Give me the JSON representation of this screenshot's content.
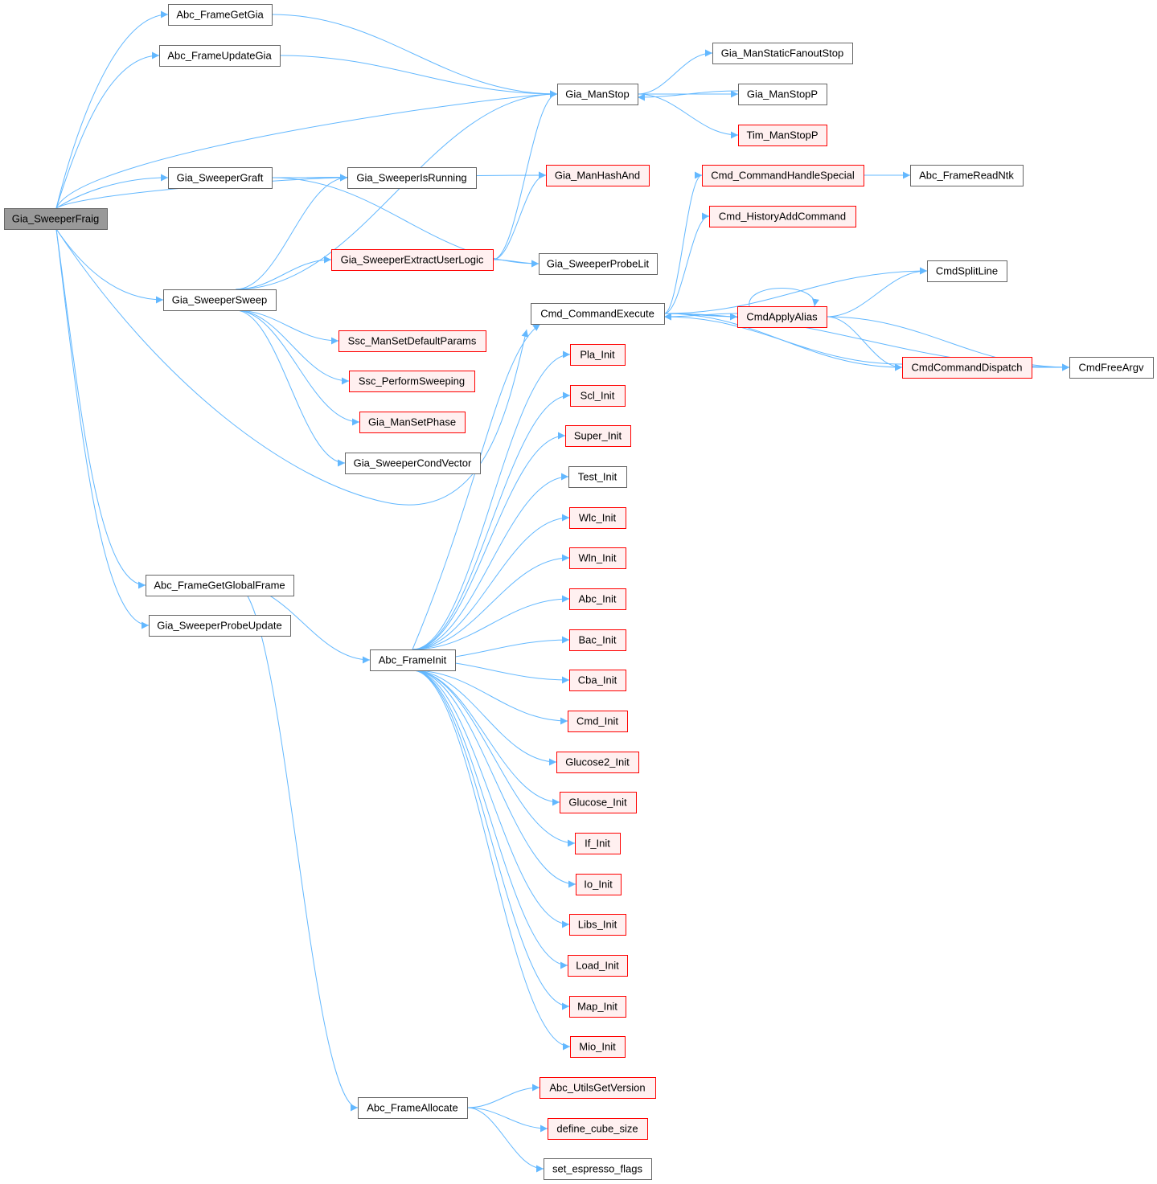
{
  "title": "Call graph of Gia_SweeperFraig",
  "colors": {
    "edge": "#63b8ff",
    "root_fill": "#999999",
    "normal_border": "#666666",
    "truncated_border": "#ff0000",
    "truncated_fill": "#fff0f0"
  },
  "nodes": [
    {
      "id": "fraig",
      "label": "Gia_SweeperFraig",
      "kind": "root"
    },
    {
      "id": "getgia",
      "label": "Abc_FrameGetGia",
      "kind": "normal"
    },
    {
      "id": "updgia",
      "label": "Abc_FrameUpdateGia",
      "kind": "normal"
    },
    {
      "id": "manstop",
      "label": "Gia_ManStop",
      "kind": "normal"
    },
    {
      "id": "fanoutstop",
      "label": "Gia_ManStaticFanoutStop",
      "kind": "normal"
    },
    {
      "id": "manstopp",
      "label": "Gia_ManStopP",
      "kind": "normal"
    },
    {
      "id": "timstopp",
      "label": "Tim_ManStopP",
      "kind": "truncated"
    },
    {
      "id": "graft",
      "label": "Gia_SweeperGraft",
      "kind": "normal"
    },
    {
      "id": "isrunning",
      "label": "Gia_SweeperIsRunning",
      "kind": "normal"
    },
    {
      "id": "hashand",
      "label": "Gia_ManHashAnd",
      "kind": "truncated"
    },
    {
      "id": "handlespecial",
      "label": "Cmd_CommandHandleSpecial",
      "kind": "truncated"
    },
    {
      "id": "readntk",
      "label": "Abc_FrameReadNtk",
      "kind": "normal"
    },
    {
      "id": "historyadd",
      "label": "Cmd_HistoryAddCommand",
      "kind": "truncated"
    },
    {
      "id": "extract",
      "label": "Gia_SweeperExtractUserLogic",
      "kind": "truncated"
    },
    {
      "id": "probelit",
      "label": "Gia_SweeperProbeLit",
      "kind": "normal"
    },
    {
      "id": "splitline",
      "label": "CmdSplitLine",
      "kind": "normal"
    },
    {
      "id": "sweep",
      "label": "Gia_SweeperSweep",
      "kind": "normal"
    },
    {
      "id": "cmdexec",
      "label": "Cmd_CommandExecute",
      "kind": "normal"
    },
    {
      "id": "applyalias",
      "label": "CmdApplyAlias",
      "kind": "truncated"
    },
    {
      "id": "sscdefault",
      "label": "Ssc_ManSetDefaultParams",
      "kind": "truncated"
    },
    {
      "id": "dispatch",
      "label": "CmdCommandDispatch",
      "kind": "truncated"
    },
    {
      "id": "freeargv",
      "label": "CmdFreeArgv",
      "kind": "normal"
    },
    {
      "id": "sscperform",
      "label": "Ssc_PerformSweeping",
      "kind": "truncated"
    },
    {
      "id": "pla",
      "label": "Pla_Init",
      "kind": "truncated"
    },
    {
      "id": "scl",
      "label": "Scl_Init",
      "kind": "truncated"
    },
    {
      "id": "super",
      "label": "Super_Init",
      "kind": "truncated"
    },
    {
      "id": "test",
      "label": "Test_Init",
      "kind": "normal"
    },
    {
      "id": "setphase",
      "label": "Gia_ManSetPhase",
      "kind": "truncated"
    },
    {
      "id": "condvector",
      "label": "Gia_SweeperCondVector",
      "kind": "normal"
    },
    {
      "id": "wlc",
      "label": "Wlc_Init",
      "kind": "truncated"
    },
    {
      "id": "wln",
      "label": "Wln_Init",
      "kind": "truncated"
    },
    {
      "id": "abcinit",
      "label": "Abc_Init",
      "kind": "truncated"
    },
    {
      "id": "bac",
      "label": "Bac_Init",
      "kind": "truncated"
    },
    {
      "id": "cba",
      "label": "Cba_Init",
      "kind": "truncated"
    },
    {
      "id": "cmdinit",
      "label": "Cmd_Init",
      "kind": "truncated"
    },
    {
      "id": "glucose2",
      "label": "Glucose2_Init",
      "kind": "truncated"
    },
    {
      "id": "glucose",
      "label": "Glucose_Init",
      "kind": "truncated"
    },
    {
      "id": "ifinit",
      "label": "If_Init",
      "kind": "truncated"
    },
    {
      "id": "io",
      "label": "Io_Init",
      "kind": "truncated"
    },
    {
      "id": "libs",
      "label": "Libs_Init",
      "kind": "truncated"
    },
    {
      "id": "load",
      "label": "Load_Init",
      "kind": "truncated"
    },
    {
      "id": "map",
      "label": "Map_Init",
      "kind": "truncated"
    },
    {
      "id": "mio",
      "label": "Mio_Init",
      "kind": "truncated"
    },
    {
      "id": "globalframe",
      "label": "Abc_FrameGetGlobalFrame",
      "kind": "normal"
    },
    {
      "id": "probeupdate",
      "label": "Gia_SweeperProbeUpdate",
      "kind": "normal"
    },
    {
      "id": "frameinit",
      "label": "Abc_FrameInit",
      "kind": "normal"
    },
    {
      "id": "allocate",
      "label": "Abc_FrameAllocate",
      "kind": "normal"
    },
    {
      "id": "version",
      "label": "Abc_UtilsGetVersion",
      "kind": "truncated"
    },
    {
      "id": "cubesize",
      "label": "define_cube_size",
      "kind": "truncated"
    },
    {
      "id": "espresso",
      "label": "set_espresso_flags",
      "kind": "normal"
    }
  ],
  "edges": [
    [
      "fraig",
      "getgia"
    ],
    [
      "fraig",
      "updgia"
    ],
    [
      "fraig",
      "manstop"
    ],
    [
      "fraig",
      "graft"
    ],
    [
      "fraig",
      "isrunning"
    ],
    [
      "fraig",
      "sweep"
    ],
    [
      "fraig",
      "cmdexec"
    ],
    [
      "fraig",
      "globalframe"
    ],
    [
      "fraig",
      "probeupdate"
    ],
    [
      "getgia",
      "manstop"
    ],
    [
      "updgia",
      "manstop"
    ],
    [
      "manstop",
      "fanoutstop"
    ],
    [
      "manstop",
      "manstopp"
    ],
    [
      "manstop",
      "timstopp"
    ],
    [
      "manstopp",
      "manstop"
    ],
    [
      "graft",
      "isrunning"
    ],
    [
      "graft",
      "hashand"
    ],
    [
      "graft",
      "probelit"
    ],
    [
      "sweep",
      "isrunning"
    ],
    [
      "sweep",
      "manstop"
    ],
    [
      "sweep",
      "extract"
    ],
    [
      "sweep",
      "sscdefault"
    ],
    [
      "sweep",
      "sscperform"
    ],
    [
      "sweep",
      "setphase"
    ],
    [
      "sweep",
      "condvector"
    ],
    [
      "extract",
      "hashand"
    ],
    [
      "extract",
      "manstop"
    ],
    [
      "extract",
      "probelit"
    ],
    [
      "cmdexec",
      "handlespecial"
    ],
    [
      "cmdexec",
      "historyadd"
    ],
    [
      "cmdexec",
      "splitline"
    ],
    [
      "cmdexec",
      "applyalias"
    ],
    [
      "cmdexec",
      "dispatch"
    ],
    [
      "cmdexec",
      "freeargv"
    ],
    [
      "handlespecial",
      "readntk"
    ],
    [
      "applyalias",
      "applyalias"
    ],
    [
      "applyalias",
      "splitline"
    ],
    [
      "applyalias",
      "dispatch"
    ],
    [
      "applyalias",
      "freeargv"
    ],
    [
      "applyalias",
      "cmdexec"
    ],
    [
      "dispatch",
      "freeargv"
    ],
    [
      "dispatch",
      "cmdexec"
    ],
    [
      "globalframe",
      "frameinit"
    ],
    [
      "globalframe",
      "allocate"
    ],
    [
      "frameinit",
      "cmdexec"
    ],
    [
      "frameinit",
      "pla"
    ],
    [
      "frameinit",
      "scl"
    ],
    [
      "frameinit",
      "super"
    ],
    [
      "frameinit",
      "test"
    ],
    [
      "frameinit",
      "wlc"
    ],
    [
      "frameinit",
      "wln"
    ],
    [
      "frameinit",
      "abcinit"
    ],
    [
      "frameinit",
      "bac"
    ],
    [
      "frameinit",
      "cba"
    ],
    [
      "frameinit",
      "cmdinit"
    ],
    [
      "frameinit",
      "glucose2"
    ],
    [
      "frameinit",
      "glucose"
    ],
    [
      "frameinit",
      "ifinit"
    ],
    [
      "frameinit",
      "io"
    ],
    [
      "frameinit",
      "libs"
    ],
    [
      "frameinit",
      "load"
    ],
    [
      "frameinit",
      "map"
    ],
    [
      "frameinit",
      "mio"
    ],
    [
      "allocate",
      "version"
    ],
    [
      "allocate",
      "cubesize"
    ],
    [
      "allocate",
      "espresso"
    ]
  ]
}
